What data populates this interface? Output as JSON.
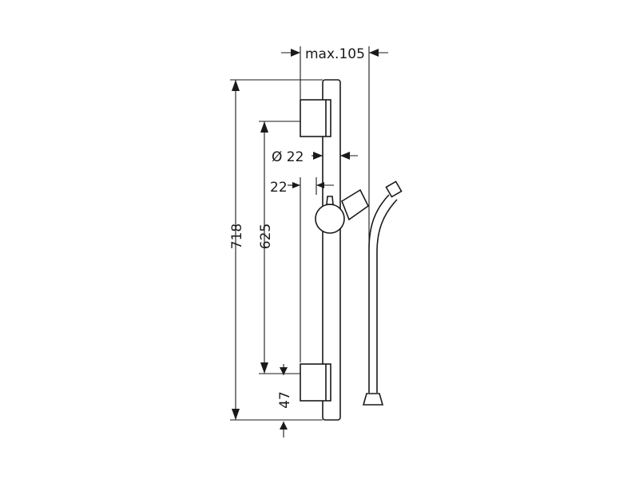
{
  "dimensions": {
    "max_projection": "max.105",
    "bar_diameter": "Ø 22",
    "handle_offset": "22",
    "overall_height": "718",
    "bracket_spacing": "625",
    "bottom_offset": "47"
  }
}
